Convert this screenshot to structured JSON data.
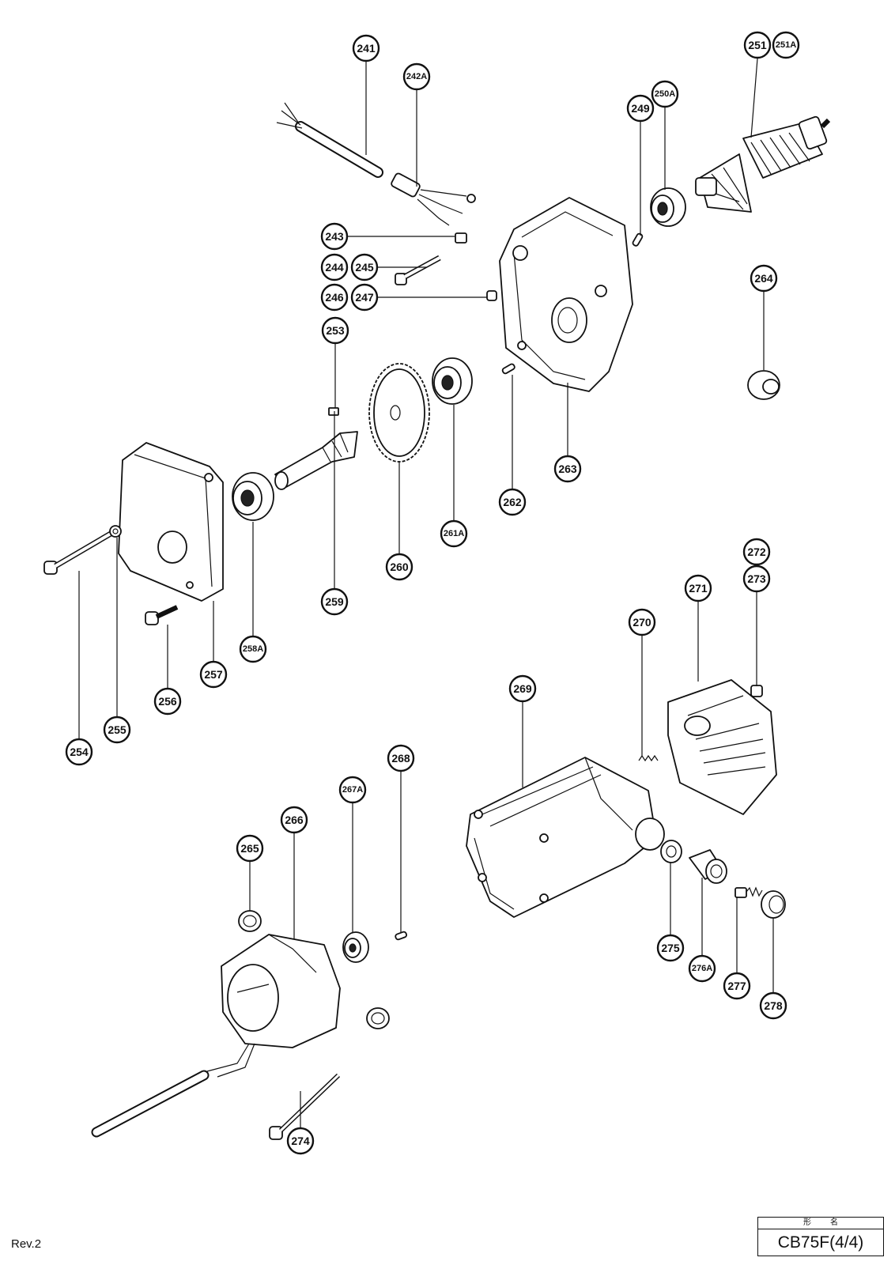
{
  "callouts": {
    "c241": "241",
    "c242A": "242A",
    "c243": "243",
    "c244": "244",
    "c245": "245",
    "c246": "246",
    "c247": "247",
    "c249": "249",
    "c250A": "250A",
    "c251": "251",
    "c251A": "251A",
    "c253": "253",
    "c254": "254",
    "c255": "255",
    "c256": "256",
    "c257": "257",
    "c258A": "258A",
    "c259": "259",
    "c260": "260",
    "c261A": "261A",
    "c262": "262",
    "c263": "263",
    "c264": "264",
    "c265": "265",
    "c266": "266",
    "c267A": "267A",
    "c268": "268",
    "c269": "269",
    "c270": "270",
    "c271": "271",
    "c272": "272",
    "c273": "273",
    "c274": "274",
    "c275": "275",
    "c276A": "276A",
    "c277": "277",
    "c278": "278"
  },
  "footer": {
    "revision": "Rev.2",
    "model_label": "形名",
    "model_value": "CB75F(4/4)"
  }
}
